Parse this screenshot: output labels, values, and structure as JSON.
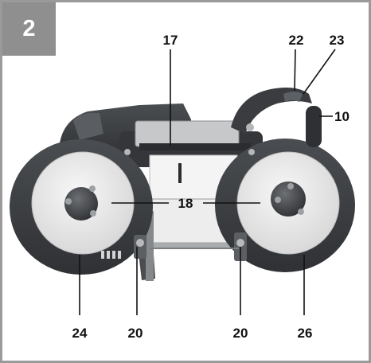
{
  "figure": {
    "number": "2"
  },
  "callouts": {
    "c17": "17",
    "c22": "22",
    "c23": "23",
    "c10": "10",
    "c18": "18",
    "c24": "24",
    "c20_left": "20",
    "c20_right": "20",
    "c26": "26"
  },
  "colors": {
    "badge": "#8f8f8f",
    "frame": "#9a9a9a",
    "body": "#3b3d40",
    "wheel_face": "#e9e9e9",
    "metal": "#b9bcbf"
  }
}
